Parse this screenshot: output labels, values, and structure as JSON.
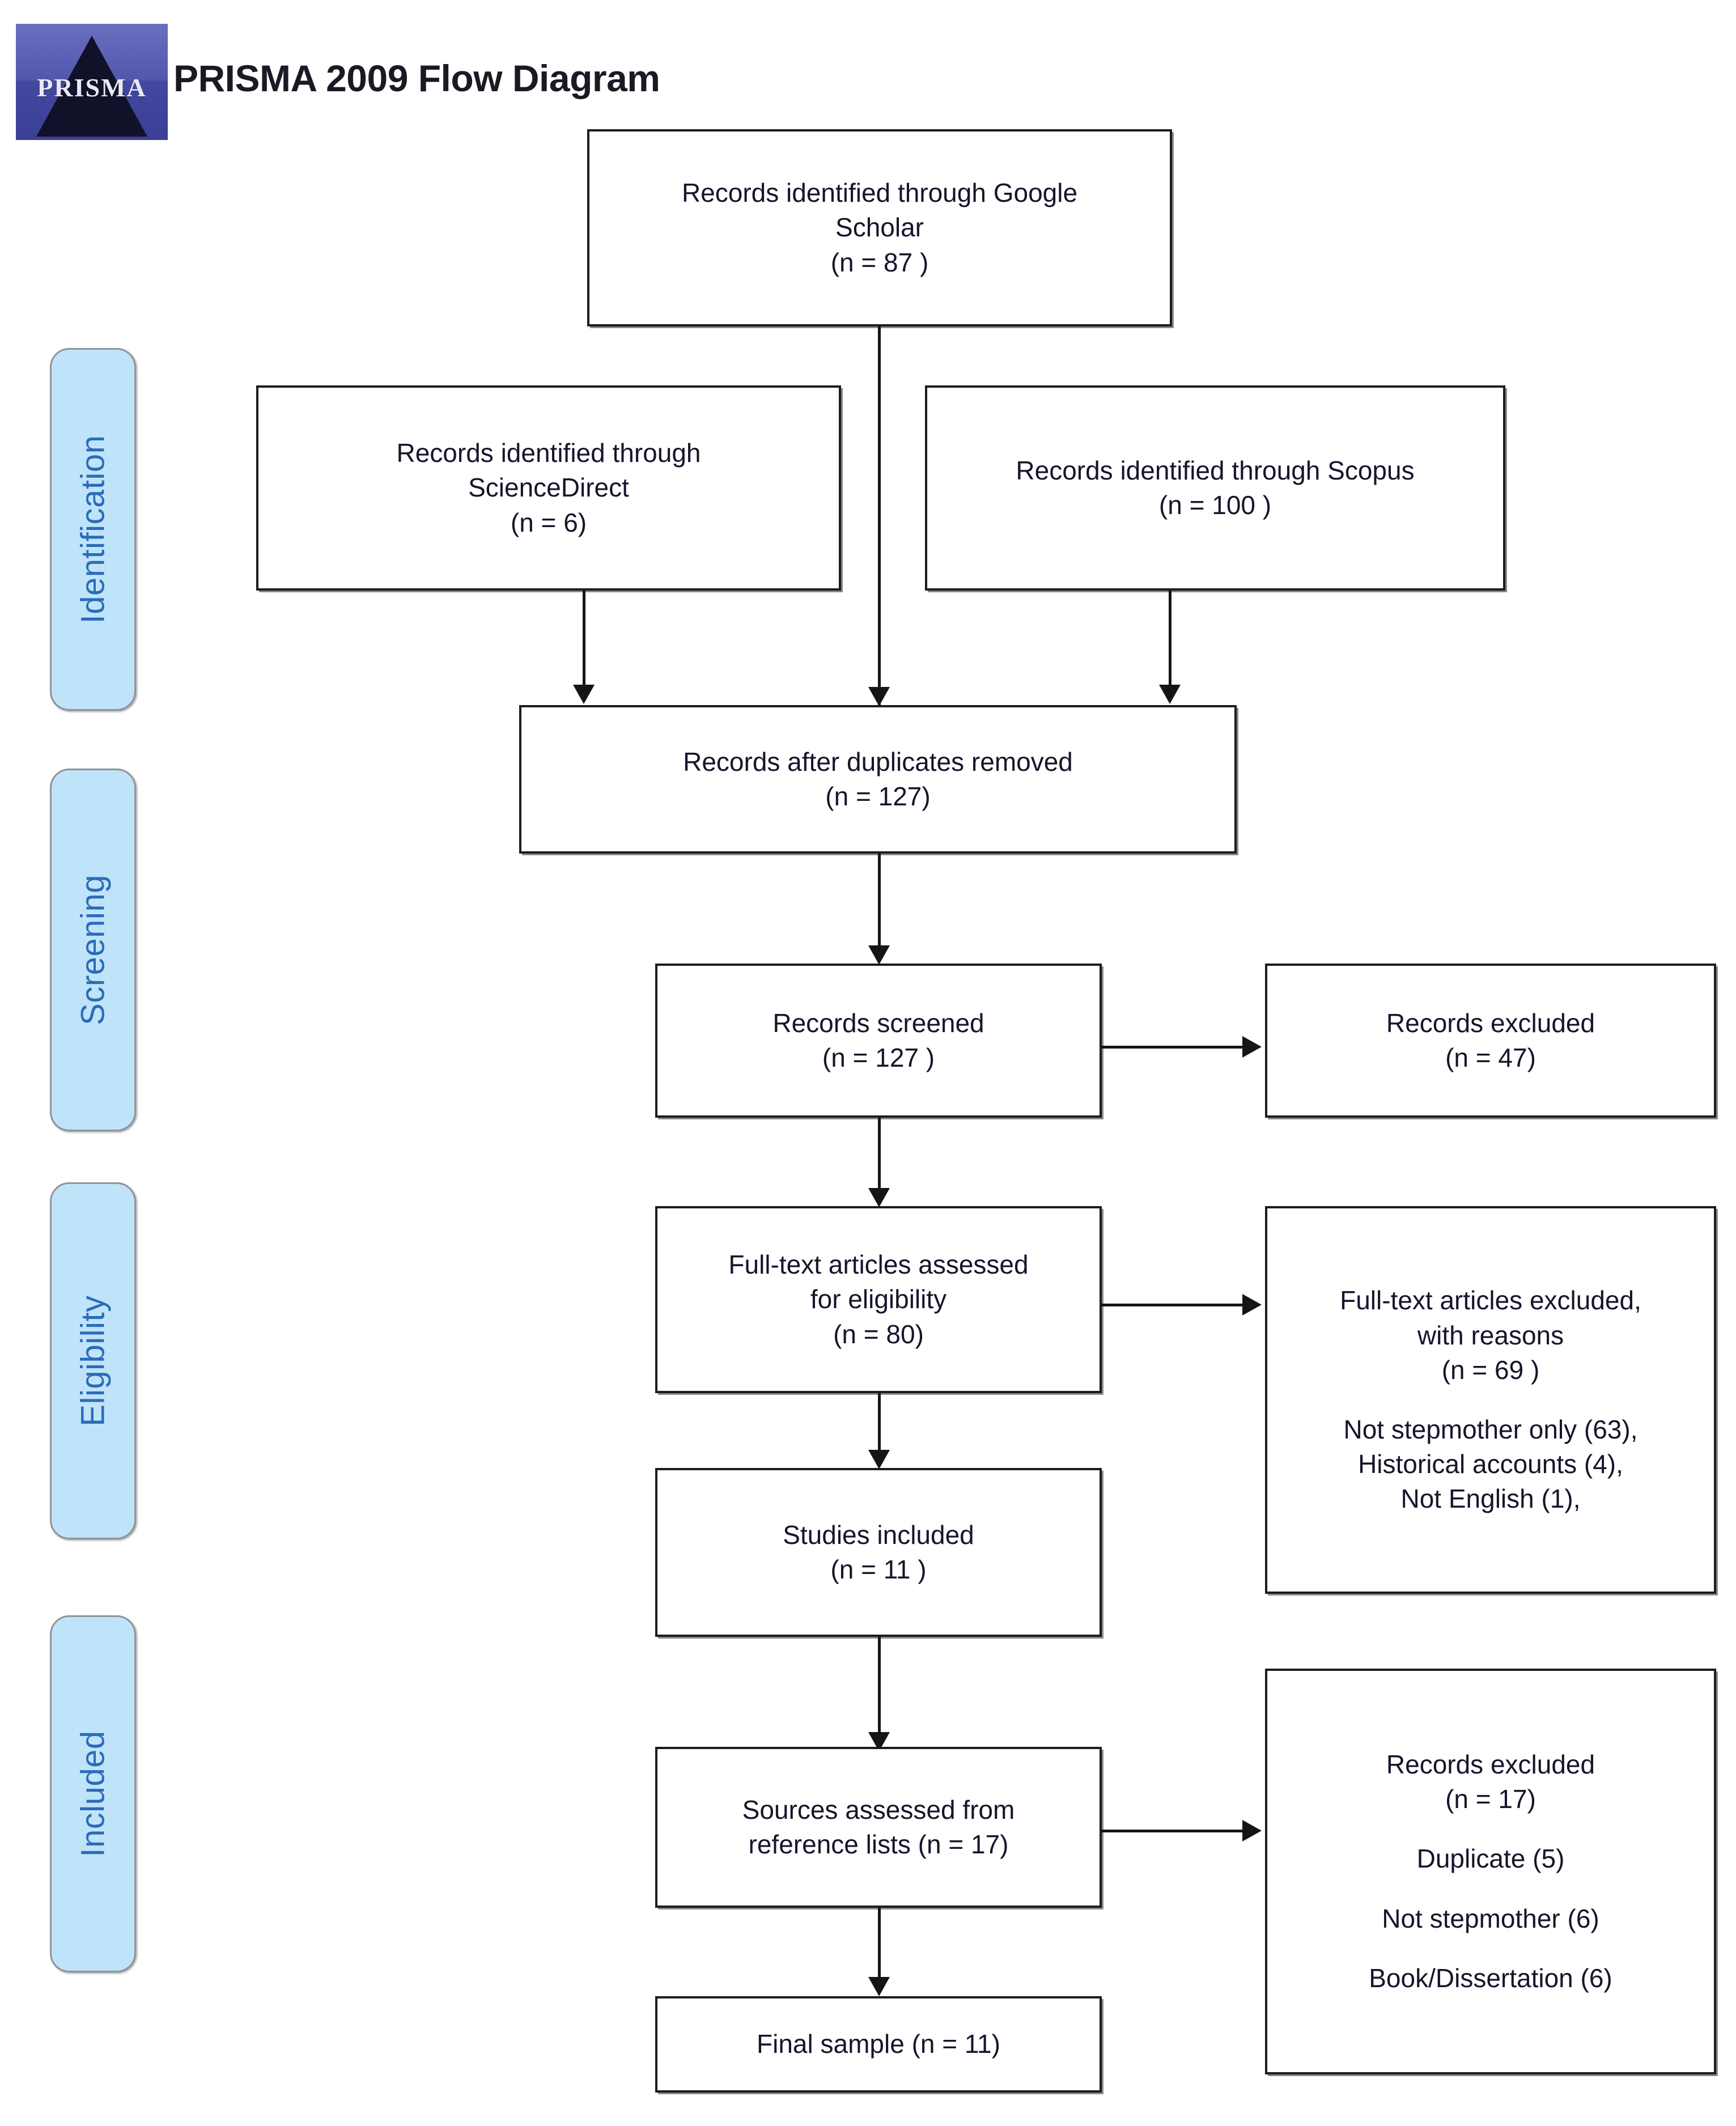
{
  "header": {
    "logo_word": "PRISMA",
    "logo_name": "prisma-logo",
    "title": "PRISMA 2009 Flow Diagram"
  },
  "stages": [
    {
      "id": "identification",
      "label": "Identification"
    },
    {
      "id": "screening",
      "label": "Screening"
    },
    {
      "id": "eligibility",
      "label": "Eligibility"
    },
    {
      "id": "included",
      "label": "Included"
    }
  ],
  "boxes": {
    "google_scholar": {
      "line1": "Records identified through Google",
      "line2": "Scholar",
      "line3": "(n =  87 )"
    },
    "sciencedirect": {
      "line1": "Records identified through",
      "line2": "ScienceDirect",
      "line3": "(n = 6)"
    },
    "scopus": {
      "line1": "Records identified through Scopus",
      "line2": "(n = 100 )"
    },
    "duplicates_removed": {
      "line1": "Records after duplicates removed",
      "line2": "(n =  127)"
    },
    "records_screened": {
      "line1": "Records screened",
      "line2": "(n = 127 )"
    },
    "records_excluded_screening": {
      "line1": "Records excluded",
      "line2": "(n = 47)"
    },
    "fulltext_assessed": {
      "line1": "Full-text articles assessed",
      "line2": "for eligibility",
      "line3": "(n =   80)"
    },
    "fulltext_excluded": {
      "line1": "Full-text articles excluded,",
      "line2": "with reasons",
      "line3": "(n =  69 )",
      "reason1": "Not stepmother only (63),",
      "reason2": "Historical accounts (4),",
      "reason3": "Not English (1),"
    },
    "studies_included": {
      "line1": "Studies included",
      "line2": "(n = 11 )"
    },
    "sources_reference_lists": {
      "line1": "Sources assessed from",
      "line2": "reference lists (n = 17)"
    },
    "records_excluded_references": {
      "line1": "Records excluded",
      "line2": "(n = 17)",
      "reason1": "Duplicate (5)",
      "reason2": "Not stepmother (6)",
      "reason3": "Book/Dissertation (6)"
    },
    "final_sample": {
      "line1": "Final sample (n = 11)"
    }
  },
  "colors": {
    "stage_fill": "#bfe4fa",
    "stage_text": "#2b6cb8",
    "stage_border": "#8f9499",
    "box_border": "#1c1c1c",
    "box_text": "#15152b",
    "connector": "#151515",
    "title_text": "#1a1a24"
  }
}
